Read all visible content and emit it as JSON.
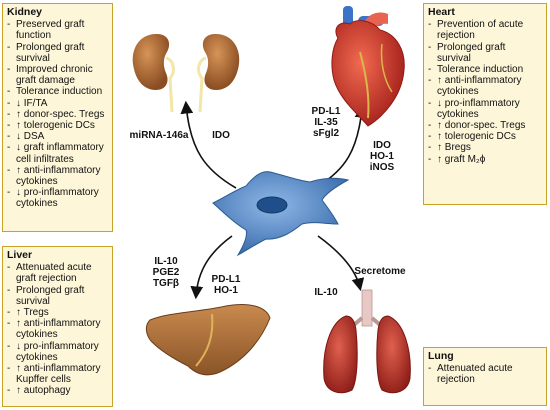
{
  "kidney": {
    "title": "Kidney",
    "items": [
      {
        "marker": "-",
        "text": "Preserved graft function"
      },
      {
        "marker": "-",
        "text": "Prolonged graft survival"
      },
      {
        "marker": "-",
        "text": "Improved chronic graft damage"
      },
      {
        "marker": "-",
        "text": "Tolerance induction"
      },
      {
        "marker": "-",
        "text": "↓ IF/TA"
      },
      {
        "marker": "-",
        "text": "↑ donor-spec. Tregs"
      },
      {
        "marker": "-",
        "text": "↑ tolerogenic DCs"
      },
      {
        "marker": "-",
        "text": "↓ DSA"
      },
      {
        "marker": "-",
        "text": "↓ graft inflammatory cell infiltrates"
      },
      {
        "marker": "-",
        "text": "↑ anti-inflammatory cytokines"
      },
      {
        "marker": "-",
        "text": "↓ pro-inflammatory cytokines"
      }
    ]
  },
  "heart": {
    "title": "Heart",
    "items": [
      {
        "marker": "-",
        "text": "Prevention of acute rejection"
      },
      {
        "marker": "-",
        "text": "Prolonged graft survival"
      },
      {
        "marker": "-",
        "text": "Tolerance induction"
      },
      {
        "marker": "-",
        "text": "↑ anti-inflammatory cytokines"
      },
      {
        "marker": "-",
        "text": "↓ pro-inflammatory cytokines"
      },
      {
        "marker": "-",
        "text": "↑ donor-spec. Tregs"
      },
      {
        "marker": "-",
        "text": "↑ tolerogenic DCs"
      },
      {
        "marker": "-",
        "text": "↑ Bregs"
      },
      {
        "marker": "-",
        "text": "↑ graft M₂ϕ"
      }
    ]
  },
  "liver": {
    "title": "Liver",
    "items": [
      {
        "marker": "-",
        "text": "Attenuated acute graft rejection"
      },
      {
        "marker": "-",
        "text": "Prolonged graft survival"
      },
      {
        "marker": "-",
        "text": "↑ Tregs"
      },
      {
        "marker": "-",
        "text": "↑ anti-inflammatory cytokines"
      },
      {
        "marker": "-",
        "text": "↓ pro-inflammatory cytokines"
      },
      {
        "marker": "-",
        "text": "↑ anti-inflammatory Kupffer cells"
      },
      {
        "marker": "-",
        "text": "↑ autophagy"
      }
    ]
  },
  "lung": {
    "title": "Lung",
    "items": [
      {
        "marker": "-",
        "text": "Attenuated acute rejection"
      }
    ]
  },
  "labels": {
    "kidney_mirna": "miRNA-146a",
    "kidney_ido": "IDO",
    "heart_top": [
      "PD-L1",
      "IL-35",
      "sFgl2"
    ],
    "heart_bottom": [
      "IDO",
      "HO-1",
      "iNOS"
    ],
    "liver_left": [
      "IL-10",
      "PGE2",
      "TGFβ"
    ],
    "liver_right": [
      "PD-L1",
      "HO-1"
    ],
    "lung_secretome": "Secretome",
    "lung_il10": "IL-10"
  },
  "colors": {
    "box_fill": "#fdf6d8",
    "box_border": "#c9a227",
    "cell": "#4f86c6",
    "kidney": "#b5713b",
    "heart": "#d93a2b",
    "liver": "#a86a33",
    "lung": "#c4352c"
  }
}
